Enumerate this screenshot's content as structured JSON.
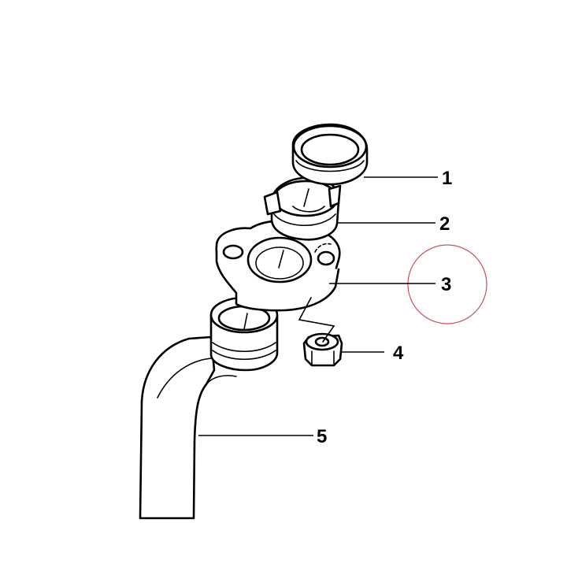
{
  "colors": {
    "line": "#000000",
    "background": "#ffffff",
    "highlight_circle": "#c8505a"
  },
  "callouts": [
    {
      "number": "1"
    },
    {
      "number": "2"
    },
    {
      "number": "3"
    },
    {
      "number": "4"
    },
    {
      "number": "5"
    }
  ],
  "highlighted_callout": "3"
}
